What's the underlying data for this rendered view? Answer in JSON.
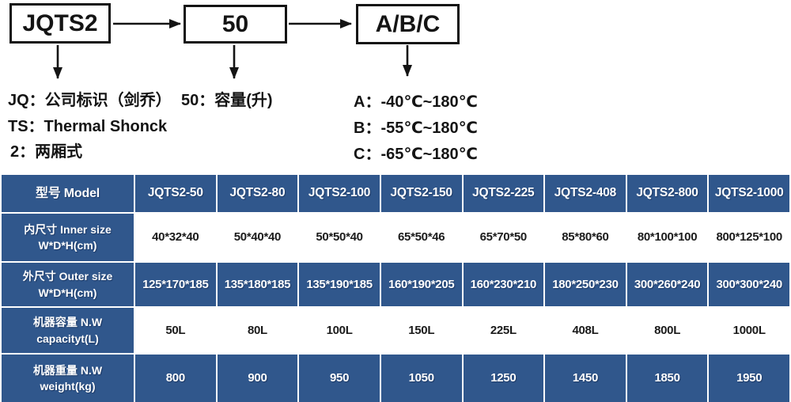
{
  "colors": {
    "table_blue": "#30578C",
    "text_dark": "#141414"
  },
  "diagram": {
    "boxes": [
      {
        "label": "JQTS2"
      },
      {
        "label": "50"
      },
      {
        "label": "A/B/C"
      }
    ],
    "notes": {
      "jq": "JQ：公司标识（剑乔）",
      "ts": "TS：Thermal Shonck",
      "two": "2：两厢式",
      "capacity": "50：容量(升)",
      "grade_a": "A：-40℃~180℃",
      "grade_b": "B：-55℃~180℃",
      "grade_c": "C：-65℃~180℃"
    }
  },
  "table": {
    "header": [
      "型号 Model",
      "JQTS2-50",
      "JQTS2-80",
      "JQTS2-100",
      "JQTS2-150",
      "JQTS2-225",
      "JQTS2-408",
      "JQTS2-800",
      "JQTS2-1000"
    ],
    "rows": [
      {
        "label_line1": "内尺寸 Inner size",
        "label_line2": "W*D*H(cm)",
        "values": [
          "40*32*40",
          "50*40*40",
          "50*50*40",
          "65*50*46",
          "65*70*50",
          "85*80*60",
          "80*100*100",
          "800*125*100"
        ]
      },
      {
        "label_line1": "外尺寸 Outer size",
        "label_line2": "W*D*H(cm)",
        "values": [
          "125*170*185",
          "135*180*185",
          "135*190*185",
          "160*190*205",
          "160*230*210",
          "180*250*230",
          "300*260*240",
          "300*300*240"
        ]
      },
      {
        "label_line1": "机器容量 N.W",
        "label_line2": "capacityt(L)",
        "values": [
          "50L",
          "80L",
          "100L",
          "150L",
          "225L",
          "408L",
          "800L",
          "1000L"
        ]
      },
      {
        "label_line1": "机器重量 N.W",
        "label_line2": "weight(kg)",
        "values": [
          "800",
          "900",
          "950",
          "1050",
          "1250",
          "1450",
          "1850",
          "1950"
        ]
      }
    ]
  }
}
